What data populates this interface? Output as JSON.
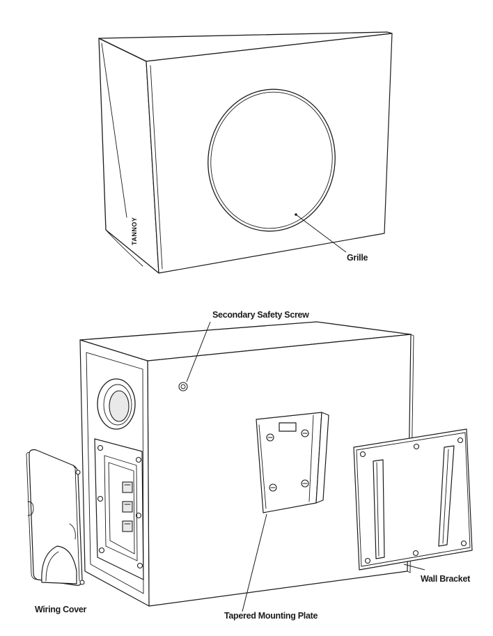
{
  "labels": {
    "grille": "Grille",
    "secondary_safety_screw": "Secondary Safety Screw",
    "wiring_cover": "Wiring Cover",
    "tapered_mounting_plate": "Tapered Mounting Plate",
    "wall_bracket": "Wall Bracket"
  },
  "brand_mark": "TANNOY",
  "colors": {
    "line": "#1a1a1a",
    "background": "#ffffff"
  }
}
